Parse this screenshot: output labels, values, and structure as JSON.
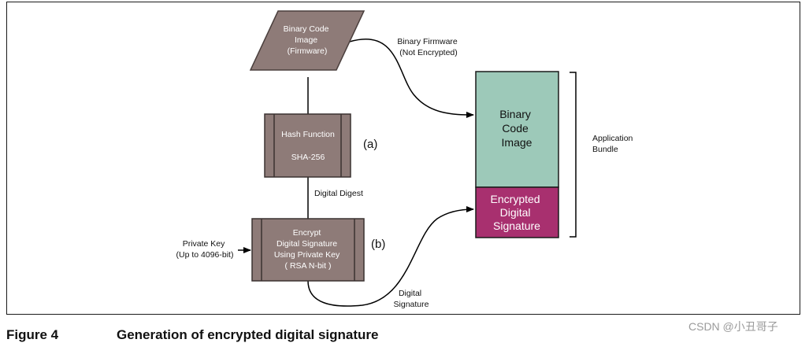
{
  "colors": {
    "taupe": "#8e7b78",
    "taupe_edge": "#4a3f3d",
    "teal": "#9dc9b9",
    "magenta": "#a8306f",
    "line": "#000000"
  },
  "nodes": {
    "firmware": [
      "Binary Code",
      "Image",
      "(Firmware)"
    ],
    "hash": {
      "title": "Hash Function",
      "algo": "SHA-256",
      "tag": "(a)"
    },
    "encrypt": [
      "Encrypt",
      "Digital Signature",
      "Using Private Key",
      "( RSA N-bit )"
    ],
    "encrypt_tag": "(b)",
    "bundle_image": [
      "Binary",
      "Code",
      "Image"
    ],
    "bundle_signature": [
      "Encrypted",
      "Digital",
      "Signature"
    ]
  },
  "labels": {
    "binary_firmware": [
      "Binary Firmware",
      "(Not Encrypted)"
    ],
    "digital_digest": "Digital Digest",
    "private_key": [
      "Private Key",
      "(Up to 4096-bit)"
    ],
    "digital_signature": [
      "Digital",
      "Signature"
    ],
    "application_bundle": [
      "Application",
      "Bundle"
    ]
  },
  "caption": {
    "number": "Figure 4",
    "title": "Generation of encrypted digital signature"
  },
  "watermark": "CSDN @小丑哥子"
}
